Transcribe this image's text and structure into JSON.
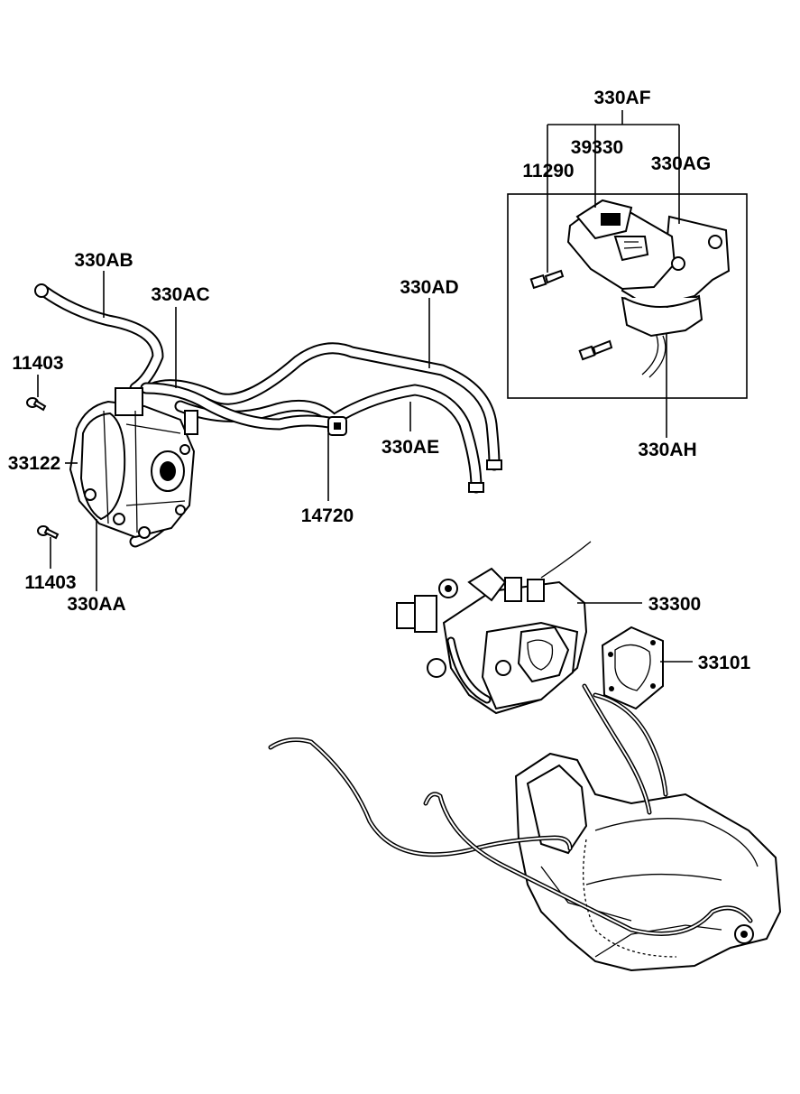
{
  "labels": {
    "l330af": "330AF",
    "l39330": "39330",
    "l330ag": "330AG",
    "l11290": "11290",
    "l330ab": "330AB",
    "l330ac": "330AC",
    "l330ad": "330AD",
    "l11403_top": "11403",
    "l33122": "33122",
    "l330ae": "330AE",
    "l14720": "14720",
    "l330ah": "330AH",
    "l11403_bottom": "11403",
    "l330aa": "330AA",
    "l33300": "33300",
    "l33101": "33101"
  },
  "icons": {
    "valve": "lpg-vaporizer-regulator-icon",
    "solenoid": "solenoid-valve-icon",
    "mixer": "mixer-actuator-icon",
    "gasket": "gasket-icon",
    "intake": "intake-manifold-icon"
  }
}
